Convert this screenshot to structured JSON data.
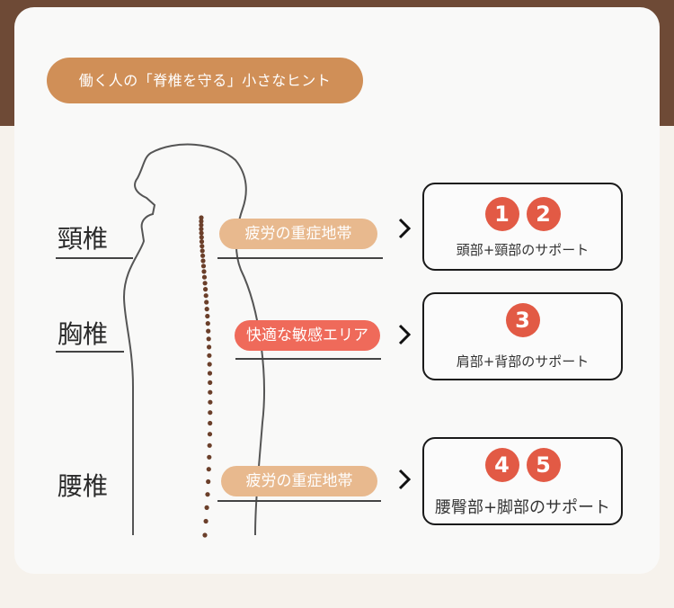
{
  "title": "働く人の「脊椎を守る」小さなヒント",
  "sections": [
    {
      "label": "頸椎",
      "tag": "疲労の重症地帯",
      "numbers": [
        "1",
        "2"
      ],
      "support": "頭部+頸部のサポート"
    },
    {
      "label": "胸椎",
      "tag": "快適な敏感エリア",
      "numbers": [
        "3"
      ],
      "support": "肩部+背部のサポート"
    },
    {
      "label": "腰椎",
      "tag": "疲労の重症地帯",
      "numbers": [
        "4",
        "5"
      ],
      "support": "腰臀部+脚部のサポート"
    }
  ],
  "colors": {
    "title_pill": "#d08f57",
    "tag_peach": "#e8b98e",
    "tag_red": "#ef6a5a",
    "number_circle": "#e25a45",
    "spine_dots": "#6b3f2a"
  }
}
